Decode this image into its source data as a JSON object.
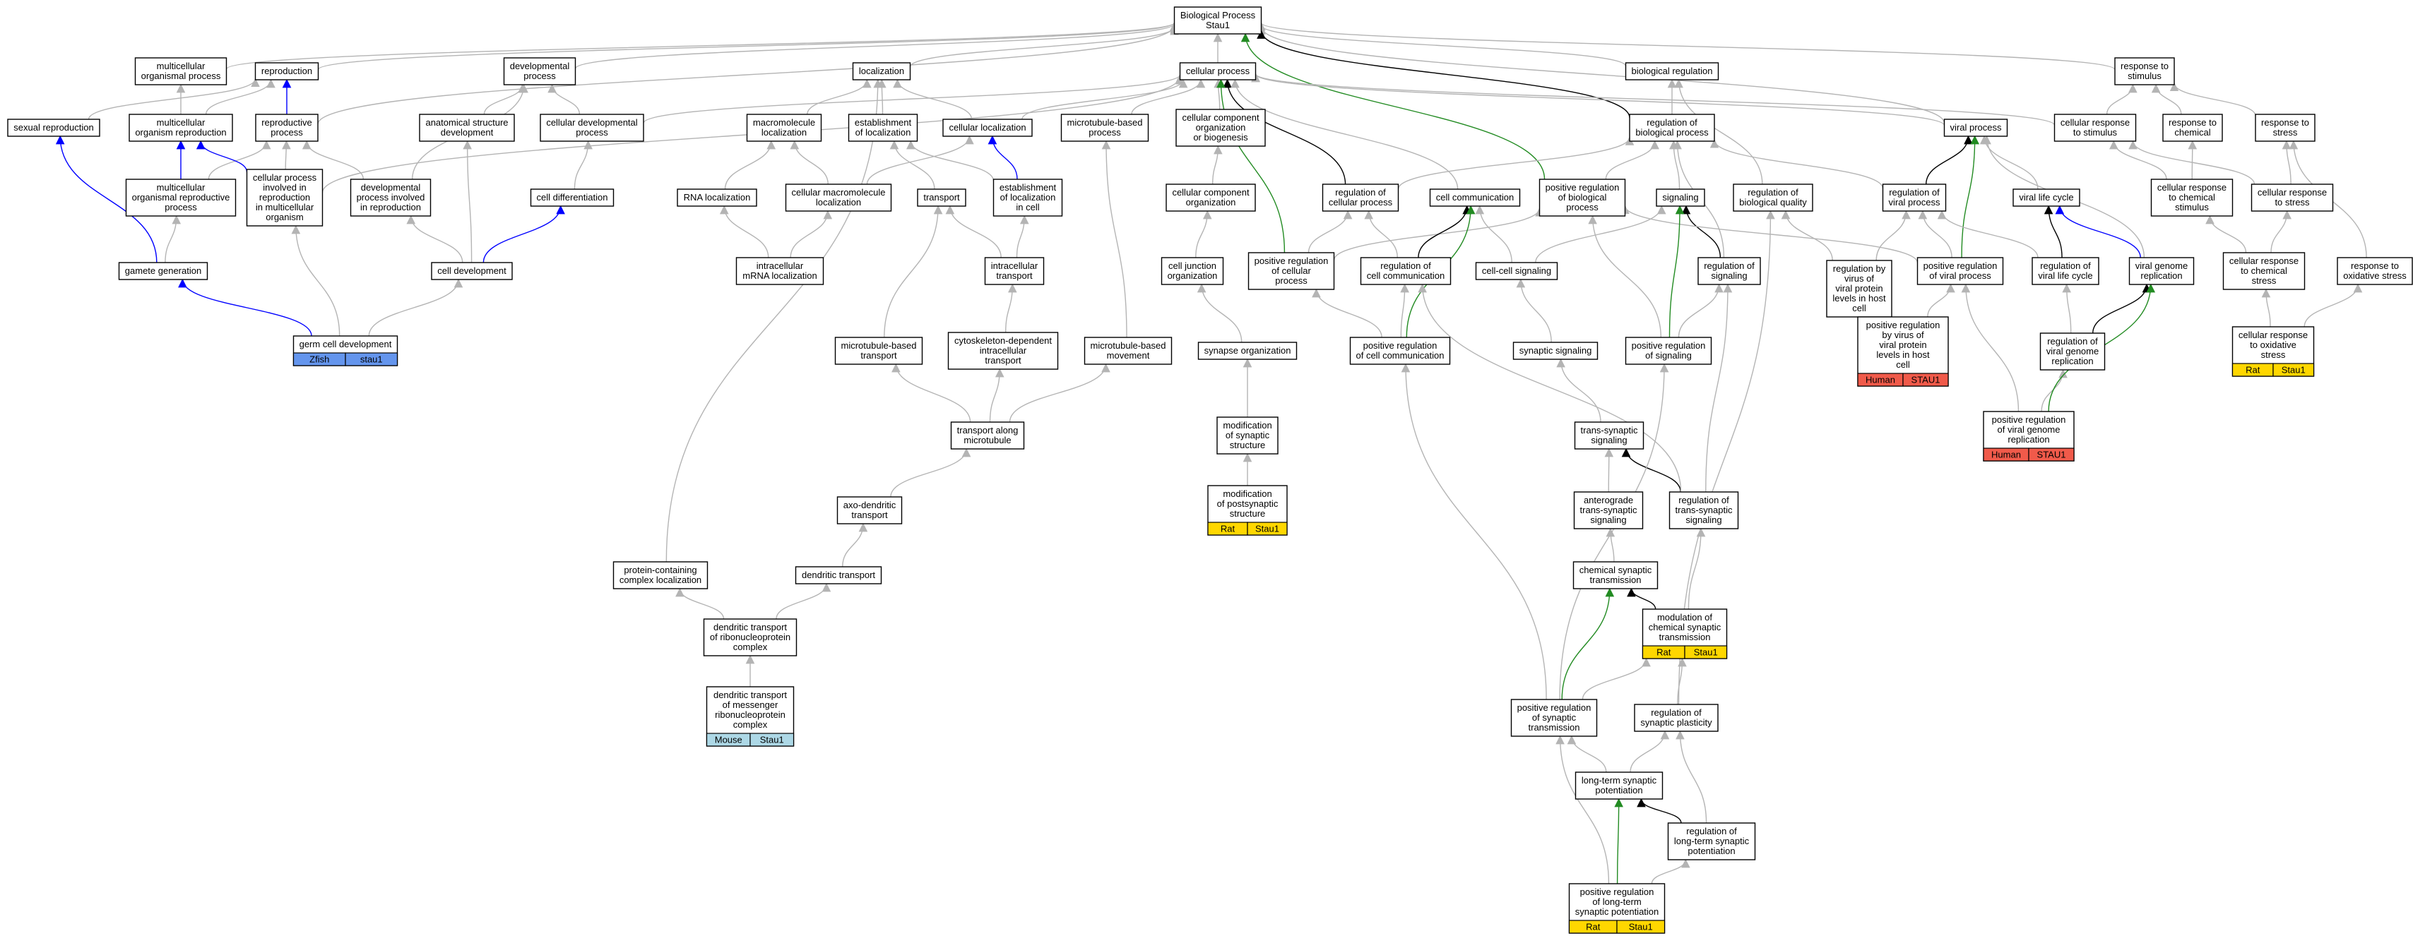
{
  "colors": {
    "edge_is_a": "#b4b4b4",
    "edge_part_of": "#0000ff",
    "edge_regulates": "#000000",
    "edge_positively_regulates": "#228b22",
    "anno_mouse": "#add8e6",
    "anno_zfish": "#6495ed",
    "anno_rat": "#ffd700",
    "anno_human": "#f05a4a"
  },
  "nodes": [
    {
      "id": "bp",
      "lines": [
        "Biological Process",
        "Stau1"
      ]
    },
    {
      "id": "mop",
      "lines": [
        "multicellular",
        "organismal process"
      ]
    },
    {
      "id": "rep",
      "lines": [
        "reproduction"
      ]
    },
    {
      "id": "devp",
      "lines": [
        "developmental",
        "process"
      ]
    },
    {
      "id": "loc",
      "lines": [
        "localization"
      ]
    },
    {
      "id": "cp",
      "lines": [
        "cellular process"
      ]
    },
    {
      "id": "breg",
      "lines": [
        "biological regulation"
      ]
    },
    {
      "id": "rts",
      "lines": [
        "response to",
        "stimulus"
      ]
    },
    {
      "id": "sexrep",
      "lines": [
        "sexual reproduction"
      ]
    },
    {
      "id": "morep",
      "lines": [
        "multicellular",
        "organism reproduction"
      ]
    },
    {
      "id": "repp",
      "lines": [
        "reproductive",
        "process"
      ]
    },
    {
      "id": "asd",
      "lines": [
        "anatomical structure",
        "development"
      ]
    },
    {
      "id": "cdp",
      "lines": [
        "cellular developmental",
        "process"
      ]
    },
    {
      "id": "macloc",
      "lines": [
        "macromolecule",
        "localization"
      ]
    },
    {
      "id": "estloc",
      "lines": [
        "establishment",
        "of localization"
      ]
    },
    {
      "id": "cellloc",
      "lines": [
        "cellular localization"
      ]
    },
    {
      "id": "mbp",
      "lines": [
        "microtubule-based",
        "process"
      ]
    },
    {
      "id": "ccob",
      "lines": [
        "cellular component",
        "organization",
        "or biogenesis"
      ]
    },
    {
      "id": "rbp",
      "lines": [
        "regulation of",
        "biological process"
      ]
    },
    {
      "id": "vp",
      "lines": [
        "viral process"
      ]
    },
    {
      "id": "crs",
      "lines": [
        "cellular response",
        "to stimulus"
      ]
    },
    {
      "id": "rtc",
      "lines": [
        "response to",
        "chemical"
      ]
    },
    {
      "id": "rtst",
      "lines": [
        "response to",
        "stress"
      ]
    },
    {
      "id": "morpp",
      "lines": [
        "multicellular",
        "organismal reproductive",
        "process"
      ]
    },
    {
      "id": "cpirmo",
      "lines": [
        "cellular process",
        "involved in",
        "reproduction",
        "in multicellular",
        "organism"
      ]
    },
    {
      "id": "dpir",
      "lines": [
        "developmental",
        "process involved",
        "in reproduction"
      ]
    },
    {
      "id": "celldiff",
      "lines": [
        "cell differentiation"
      ]
    },
    {
      "id": "rnaloc",
      "lines": [
        "RNA localization"
      ]
    },
    {
      "id": "cmloc",
      "lines": [
        "cellular macromolecule",
        "localization"
      ]
    },
    {
      "id": "transport",
      "lines": [
        "transport"
      ]
    },
    {
      "id": "elic",
      "lines": [
        "establishment",
        "of localization",
        "in cell"
      ]
    },
    {
      "id": "cco",
      "lines": [
        "cellular component",
        "organization"
      ]
    },
    {
      "id": "rcp",
      "lines": [
        "regulation of",
        "cellular process"
      ]
    },
    {
      "id": "cc",
      "lines": [
        "cell communication"
      ]
    },
    {
      "id": "prbp",
      "lines": [
        "positive regulation",
        "of biological",
        "process"
      ]
    },
    {
      "id": "sig",
      "lines": [
        "signaling"
      ]
    },
    {
      "id": "rbq",
      "lines": [
        "regulation of",
        "biological quality"
      ]
    },
    {
      "id": "rvp",
      "lines": [
        "regulation of",
        "viral process"
      ]
    },
    {
      "id": "vlc",
      "lines": [
        "viral life cycle"
      ]
    },
    {
      "id": "crcs",
      "lines": [
        "cellular response",
        "to chemical",
        "stimulus"
      ]
    },
    {
      "id": "crst",
      "lines": [
        "cellular response",
        "to stress"
      ]
    },
    {
      "id": "gg",
      "lines": [
        "gamete generation"
      ]
    },
    {
      "id": "celldev",
      "lines": [
        "cell development"
      ]
    },
    {
      "id": "imrnaloc",
      "lines": [
        "intracellular",
        "mRNA localization"
      ]
    },
    {
      "id": "itrans",
      "lines": [
        "intracellular",
        "transport"
      ]
    },
    {
      "id": "cjo",
      "lines": [
        "cell junction",
        "organization"
      ]
    },
    {
      "id": "prcp",
      "lines": [
        "positive regulation",
        "of cellular",
        "process"
      ]
    },
    {
      "id": "rcc",
      "lines": [
        "regulation of",
        "cell communication"
      ]
    },
    {
      "id": "ccsig",
      "lines": [
        "cell-cell signaling"
      ]
    },
    {
      "id": "rsig",
      "lines": [
        "regulation of",
        "signaling"
      ]
    },
    {
      "id": "rbvvpl",
      "lines": [
        "regulation by",
        "virus of",
        "viral protein",
        "levels in host",
        "cell"
      ]
    },
    {
      "id": "prvp",
      "lines": [
        "positive regulation",
        "of viral process"
      ]
    },
    {
      "id": "rvlc",
      "lines": [
        "regulation of",
        "viral life cycle"
      ]
    },
    {
      "id": "vgr",
      "lines": [
        "viral genome",
        "replication"
      ]
    },
    {
      "id": "crtcs",
      "lines": [
        "cellular response",
        "to chemical",
        "stress"
      ]
    },
    {
      "id": "rtos",
      "lines": [
        "response to",
        "oxidative stress"
      ]
    },
    {
      "id": "gcd",
      "lines": [
        "germ cell development"
      ],
      "anno": [
        "Zfish",
        "stau1"
      ],
      "anno_color": "anno_zfish"
    },
    {
      "id": "mbt",
      "lines": [
        "microtubule-based",
        "transport"
      ]
    },
    {
      "id": "cdit",
      "lines": [
        "cytoskeleton-dependent",
        "intracellular",
        "transport"
      ]
    },
    {
      "id": "mbm",
      "lines": [
        "microtubule-based",
        "movement"
      ]
    },
    {
      "id": "so",
      "lines": [
        "synapse organization"
      ]
    },
    {
      "id": "prcc",
      "lines": [
        "positive regulation",
        "of cell communication"
      ]
    },
    {
      "id": "synsig",
      "lines": [
        "synaptic signaling"
      ]
    },
    {
      "id": "prsig",
      "lines": [
        "positive regulation",
        "of signaling"
      ]
    },
    {
      "id": "prbvvpl",
      "lines": [
        "positive regulation",
        "by virus of",
        "viral protein",
        "levels in host",
        "cell"
      ],
      "anno": [
        "Human",
        "STAU1"
      ],
      "anno_color": "anno_human"
    },
    {
      "id": "rvgr",
      "lines": [
        "regulation of",
        "viral genome",
        "replication"
      ]
    },
    {
      "id": "crtos",
      "lines": [
        "cellular response",
        "to oxidative",
        "stress"
      ],
      "anno": [
        "Rat",
        "Stau1"
      ],
      "anno_color": "anno_rat"
    },
    {
      "id": "tam",
      "lines": [
        "transport along",
        "microtubule"
      ]
    },
    {
      "id": "mss",
      "lines": [
        "modification",
        "of synaptic",
        "structure"
      ]
    },
    {
      "id": "tss",
      "lines": [
        "trans-synaptic",
        "signaling"
      ]
    },
    {
      "id": "prvgr",
      "lines": [
        "positive regulation",
        "of viral genome",
        "replication"
      ],
      "anno": [
        "Human",
        "STAU1"
      ],
      "anno_color": "anno_human"
    },
    {
      "id": "adt",
      "lines": [
        "axo-dendritic",
        "transport"
      ]
    },
    {
      "id": "mpss",
      "lines": [
        "modification",
        "of postsynaptic",
        "structure"
      ],
      "anno": [
        "Rat",
        "Stau1"
      ],
      "anno_color": "anno_rat"
    },
    {
      "id": "atss",
      "lines": [
        "anterograde",
        "trans-synaptic",
        "signaling"
      ]
    },
    {
      "id": "rtss",
      "lines": [
        "regulation of",
        "trans-synaptic",
        "signaling"
      ]
    },
    {
      "id": "pccl",
      "lines": [
        "protein-containing",
        "complex localization"
      ]
    },
    {
      "id": "dt",
      "lines": [
        "dendritic transport"
      ]
    },
    {
      "id": "cst",
      "lines": [
        "chemical synaptic",
        "transmission"
      ]
    },
    {
      "id": "mcst",
      "lines": [
        "modulation of",
        "chemical synaptic",
        "transmission"
      ],
      "anno": [
        "Rat",
        "Stau1"
      ],
      "anno_color": "anno_rat"
    },
    {
      "id": "dtrnp",
      "lines": [
        "dendritic transport",
        "of ribonucleoprotein",
        "complex"
      ]
    },
    {
      "id": "dtmrnp",
      "lines": [
        "dendritic transport",
        "of messenger",
        "ribonucleoprotein",
        "complex"
      ],
      "anno": [
        "Mouse",
        "Stau1"
      ],
      "anno_color": "anno_mouse"
    },
    {
      "id": "prst",
      "lines": [
        "positive regulation",
        "of synaptic",
        "transmission"
      ]
    },
    {
      "id": "rsp",
      "lines": [
        "regulation of",
        "synaptic plasticity"
      ]
    },
    {
      "id": "ltp",
      "lines": [
        "long-term synaptic",
        "potentiation"
      ]
    },
    {
      "id": "rltp",
      "lines": [
        "regulation of",
        "long-term synaptic",
        "potentiation"
      ]
    },
    {
      "id": "prltp",
      "lines": [
        "positive regulation",
        "of long-term",
        "synaptic potentiation"
      ],
      "anno": [
        "Rat",
        "Stau1"
      ],
      "anno_color": "anno_rat"
    }
  ]
}
